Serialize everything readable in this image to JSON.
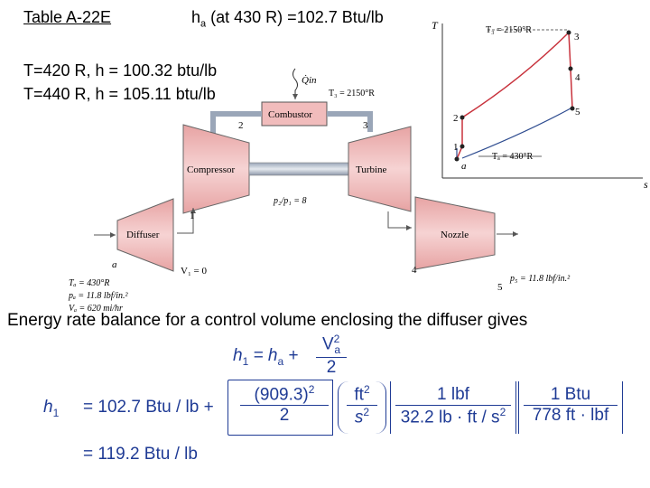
{
  "header": {
    "table_ref": "Table A-22E",
    "ha_label": "h",
    "ha_sub": "a",
    "ha_rest": " (at 430 R) =102.7  Btu/lb",
    "interp_line1": "T=420 R, h = 100.32  btu/lb",
    "interp_line2": "T=440 R, h = 105.11 btu/lb"
  },
  "diagram": {
    "combustor_label": "Combustor",
    "compressor_label": "Compressor",
    "turbine_label": "Turbine",
    "diffuser_label": "Diffuser",
    "nozzle_label": "Nozzle",
    "q_in_label": "Q̇in",
    "t3_label": "T₃ = 2150°R",
    "pressure_ratio": "p₂/p₁ = 8",
    "v1_label": "V₁ = 0",
    "state_labels": [
      "2",
      "3",
      "1",
      "a",
      "4",
      "5"
    ],
    "inlet_conditions": [
      "Tₐ = 430°R",
      "pₐ = 11.8 lbf/in.²",
      "Vₐ = 620 mi/hr"
    ],
    "exit_pressure": "p₅ = 11.8 lbf/in.²"
  },
  "ts_diagram": {
    "axis_t": "T",
    "axis_s": "s",
    "t3_label": "T₃ = 2150°R",
    "ta_label": "Tₐ = 430°R",
    "points": [
      "3",
      "4",
      "5",
      "2",
      "1",
      "a"
    ]
  },
  "body_text": "Energy rate balance for a control volume enclosing the diffuser gives",
  "equation": {
    "h1": "h",
    "h1_sub": "1",
    "eq1": "= h",
    "ha_sub": "a",
    "plus": "+",
    "v": "V",
    "v_sup": "2",
    "v_sub": "a",
    "two": "2",
    "line2_prefix": "= 102.7 Btu / lb +",
    "num": "(909.3)",
    "num_sup": "2",
    "ft": "ft",
    "ft_sup": "2",
    "s": "s",
    "s_sup": "2",
    "lbf": "1 lbf",
    "conv": "32.2 lb · ft / s",
    "conv_sup": "2",
    "btu": "1 Btu",
    "btu_den": "778 ft · lbf",
    "result": "= 119.2 Btu / lb"
  }
}
